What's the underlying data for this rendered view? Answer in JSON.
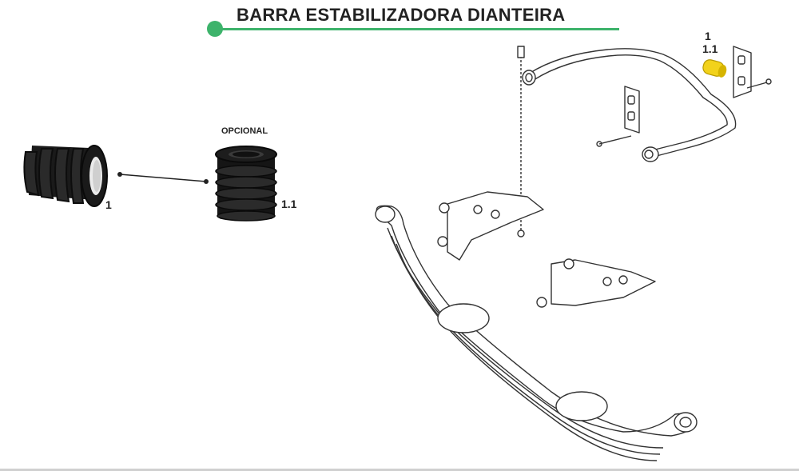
{
  "title": "BARRA ESTABILIZADORA DIANTEIRA",
  "optional_label": "OPCIONAL",
  "parts": [
    {
      "number": "1"
    },
    {
      "number": "1.1"
    }
  ],
  "callout": {
    "number_top": "1",
    "number_bottom": "1.1"
  },
  "colors": {
    "accent_green": "#3db36b",
    "bushing_black": "#141414",
    "highlight_yellow": "#f2d21b",
    "line_art": "#333333"
  }
}
